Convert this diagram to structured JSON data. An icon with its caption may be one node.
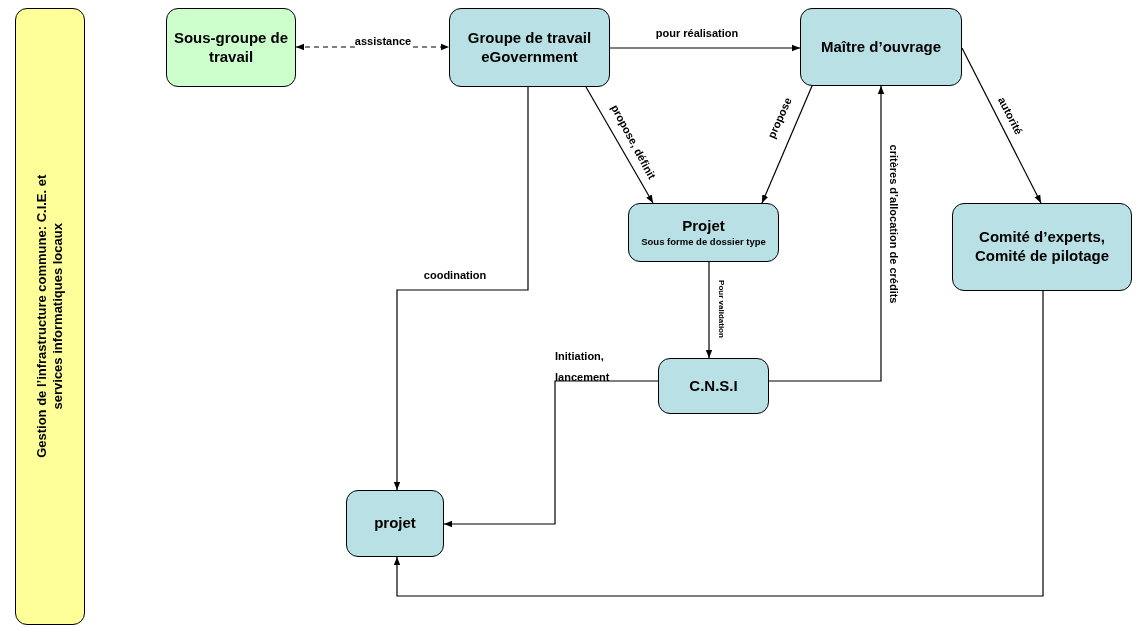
{
  "diagram": {
    "nodes": [
      {
        "text": [
          "Gestion de l’infrastructure commune: C.I.E. et services informatiques locaux"
        ]
      },
      {
        "text": [
          "Sous-groupe de travail"
        ]
      },
      {
        "text": [
          "Groupe de travail eGovernment"
        ]
      },
      {
        "text": [
          "Maître d’ouvrage"
        ]
      },
      {
        "text": [
          "Projet",
          "Sous forme de dossier type"
        ]
      },
      {
        "text": [
          "Comité d’experts, Comité de pilotage"
        ]
      },
      {
        "text": [
          "C.N.S.I"
        ]
      },
      {
        "text": [
          "projet"
        ]
      }
    ],
    "edges": [
      {
        "from": 1,
        "to": 2,
        "arrow": "both",
        "style": "dashed",
        "label": "assistance"
      },
      {
        "from": 2,
        "to": 3,
        "arrow": "to",
        "label": "pour réalisation"
      },
      {
        "from": 2,
        "to": 4,
        "arrow": "to",
        "label": "propose, définit"
      },
      {
        "from": 3,
        "to": 4,
        "arrow": "to",
        "label": "propose"
      },
      {
        "from": 3,
        "to": 5,
        "arrow": "to",
        "label": "autorité"
      },
      {
        "from": 4,
        "to": 6,
        "arrow": "to",
        "label": "Pour validation"
      },
      {
        "from": 6,
        "to": 3,
        "arrow": "to",
        "label": "critères d’allocation de crédits"
      },
      {
        "from": 2,
        "to": 7,
        "arrow": "to",
        "label": "coodination"
      },
      {
        "from": 6,
        "to": 7,
        "arrow": "to",
        "label": "Initiation, lancement"
      },
      {
        "from": 5,
        "to": 7,
        "arrow": "to"
      }
    ]
  }
}
